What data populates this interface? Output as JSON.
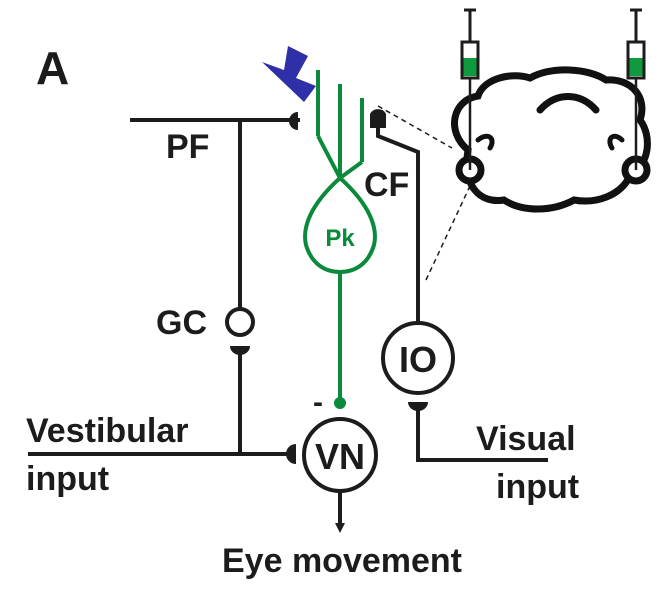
{
  "panel": {
    "letter": "A"
  },
  "labels": {
    "pf": "PF",
    "cf": "CF",
    "gc": "GC",
    "pk": "Pk",
    "io": "IO",
    "vn": "VN",
    "minus": "-",
    "vestibular_line1": "Vestibular",
    "vestibular_line2": "input",
    "visual_line1": "Visual",
    "visual_line2": "input",
    "output": "Eye movement"
  },
  "colors": {
    "ink": "#1c1c1c",
    "purkinje_green": "#0a8a3a",
    "stimulus_arrow": "#2f2fa8",
    "syringe_fill": "#0f9a3f"
  }
}
